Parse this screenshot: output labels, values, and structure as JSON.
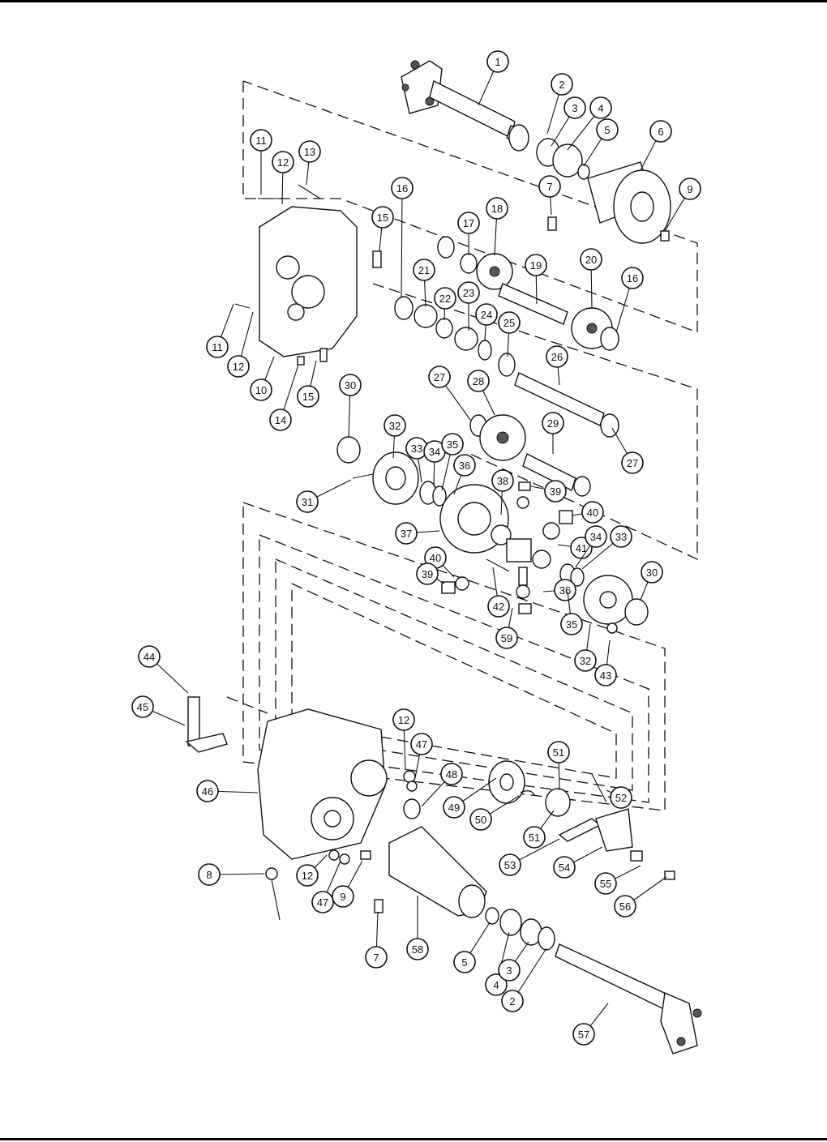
{
  "diagram": {
    "callouts": [
      {
        "label": "1"
      },
      {
        "label": "2"
      },
      {
        "label": "3"
      },
      {
        "label": "4"
      },
      {
        "label": "5"
      },
      {
        "label": "6"
      },
      {
        "label": "7"
      },
      {
        "label": "9"
      },
      {
        "label": "11"
      },
      {
        "label": "12"
      },
      {
        "label": "13"
      },
      {
        "label": "16"
      },
      {
        "label": "15"
      },
      {
        "label": "17"
      },
      {
        "label": "18"
      },
      {
        "label": "19"
      },
      {
        "label": "20"
      },
      {
        "label": "16"
      },
      {
        "label": "21"
      },
      {
        "label": "22"
      },
      {
        "label": "23"
      },
      {
        "label": "24"
      },
      {
        "label": "25"
      },
      {
        "label": "11"
      },
      {
        "label": "12"
      },
      {
        "label": "10"
      },
      {
        "label": "15"
      },
      {
        "label": "14"
      },
      {
        "label": "26"
      },
      {
        "label": "27"
      },
      {
        "label": "28"
      },
      {
        "label": "30"
      },
      {
        "label": "32"
      },
      {
        "label": "33"
      },
      {
        "label": "34"
      },
      {
        "label": "35"
      },
      {
        "label": "36"
      },
      {
        "label": "29"
      },
      {
        "label": "27"
      },
      {
        "label": "31"
      },
      {
        "label": "38"
      },
      {
        "label": "39"
      },
      {
        "label": "40"
      },
      {
        "label": "37"
      },
      {
        "label": "41"
      },
      {
        "label": "34"
      },
      {
        "label": "33"
      },
      {
        "label": "40"
      },
      {
        "label": "39"
      },
      {
        "label": "42"
      },
      {
        "label": "36"
      },
      {
        "label": "35"
      },
      {
        "label": "30"
      },
      {
        "label": "59"
      },
      {
        "label": "32"
      },
      {
        "label": "43"
      },
      {
        "label": "44"
      },
      {
        "label": "45"
      },
      {
        "label": "12"
      },
      {
        "label": "47"
      },
      {
        "label": "51"
      },
      {
        "label": "48"
      },
      {
        "label": "46"
      },
      {
        "label": "49"
      },
      {
        "label": "50"
      },
      {
        "label": "52"
      },
      {
        "label": "51"
      },
      {
        "label": "53"
      },
      {
        "label": "54"
      },
      {
        "label": "8"
      },
      {
        "label": "12"
      },
      {
        "label": "47"
      },
      {
        "label": "9"
      },
      {
        "label": "55"
      },
      {
        "label": "56"
      },
      {
        "label": "7"
      },
      {
        "label": "58"
      },
      {
        "label": "5"
      },
      {
        "label": "4"
      },
      {
        "label": "3"
      },
      {
        "label": "2"
      },
      {
        "label": "57"
      }
    ]
  }
}
